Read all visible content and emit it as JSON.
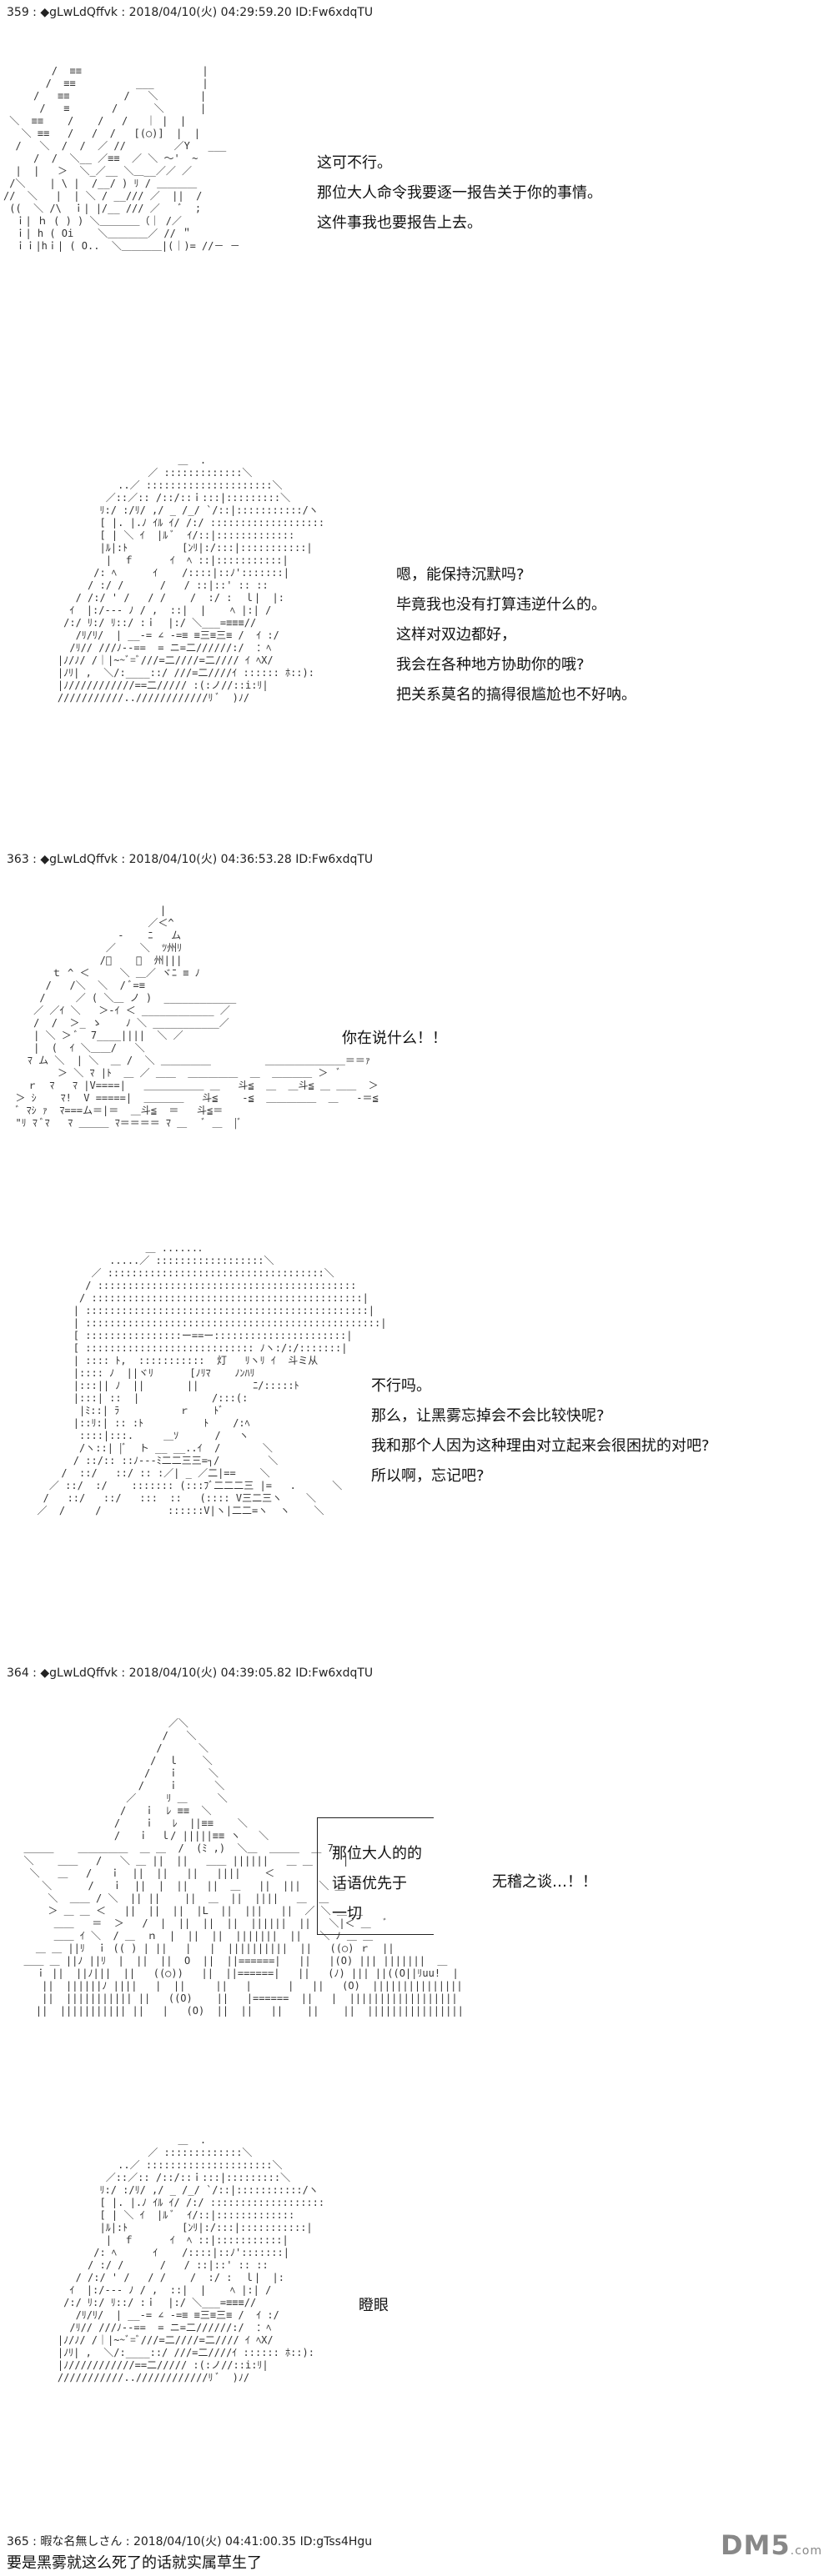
{
  "posts": [
    {
      "header": "359 : ◆gLwLdQffvk : 2018/04/10(火) 04:29:59.20 ID:Fw6xdqTU"
    },
    {
      "header": "363 : ◆gLwLdQffvk : 2018/04/10(火) 04:36:53.28 ID:Fw6xdqTU"
    },
    {
      "header": "364 : ◆gLwLdQffvk : 2018/04/10(火) 04:39:05.82 ID:Fw6xdqTU"
    },
    {
      "header": "365 : 暇な名無しさん : 2018/04/10(火) 04:41:00.35 ID:gTss4Hgu"
    }
  ],
  "dialogs": {
    "d1": [
      "这可不行。",
      "那位大人命令我要逐一报告关于你的事情。",
      "这件事我也要报告上去。"
    ],
    "d2": [
      "嗯，能保持沉默吗?",
      "毕竟我也没有打算违逆什么的。",
      "这样对双边都好，",
      "我会在各种地方协助你的哦?",
      "把关系莫名的搞得很尴尬也不好呐。"
    ],
    "d3": [
      "你在说什么！！"
    ],
    "d4": [
      "不行吗。",
      "那么，让黑雾忘掉会不会比较快呢?",
      "我和那个人因为这种理由对立起来会很困扰的对吧?",
      "所以啊，忘记吧?"
    ],
    "d5": [
      "那位大人的的",
      "话语优先于",
      "一切"
    ],
    "d6": [
      "无稽之谈…！！"
    ],
    "d7": [
      "瞪眼"
    ]
  },
  "footer": {
    "reply": "要是黑雾就这么死了的话就实属草生了"
  },
  "watermark": {
    "brand": "DM5",
    "suffix": ".com"
  }
}
